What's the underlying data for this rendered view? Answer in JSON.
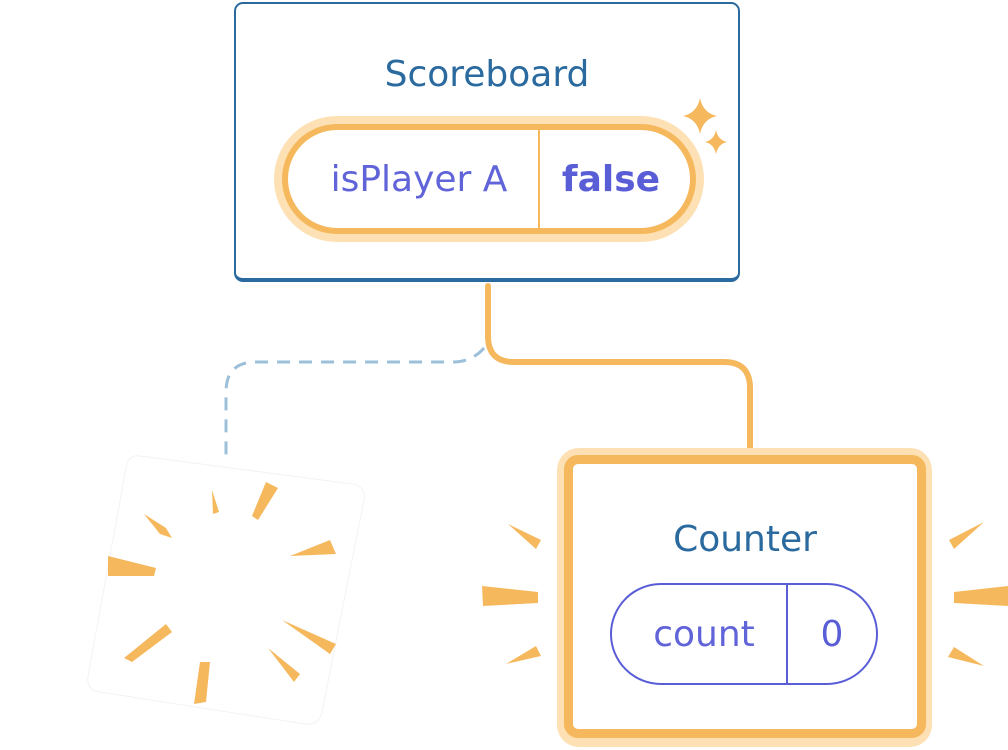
{
  "colors": {
    "node_border": "#2a6a9e",
    "highlight": "#f6b85d",
    "highlight_halo": "#fde1b4",
    "state_text": "#5a5ed6",
    "removed_path": "#9cc0d9"
  },
  "scoreboard": {
    "title": "Scoreboard",
    "state": {
      "key": "isPlayer A",
      "value": "false"
    },
    "sparkle_icon": "sparkle-icon"
  },
  "counter": {
    "title": "Counter",
    "state": {
      "key": "count",
      "value": "0"
    },
    "burst_icon": "burst-icon"
  },
  "removed_node": {
    "burst_icon": "poof-icon"
  }
}
